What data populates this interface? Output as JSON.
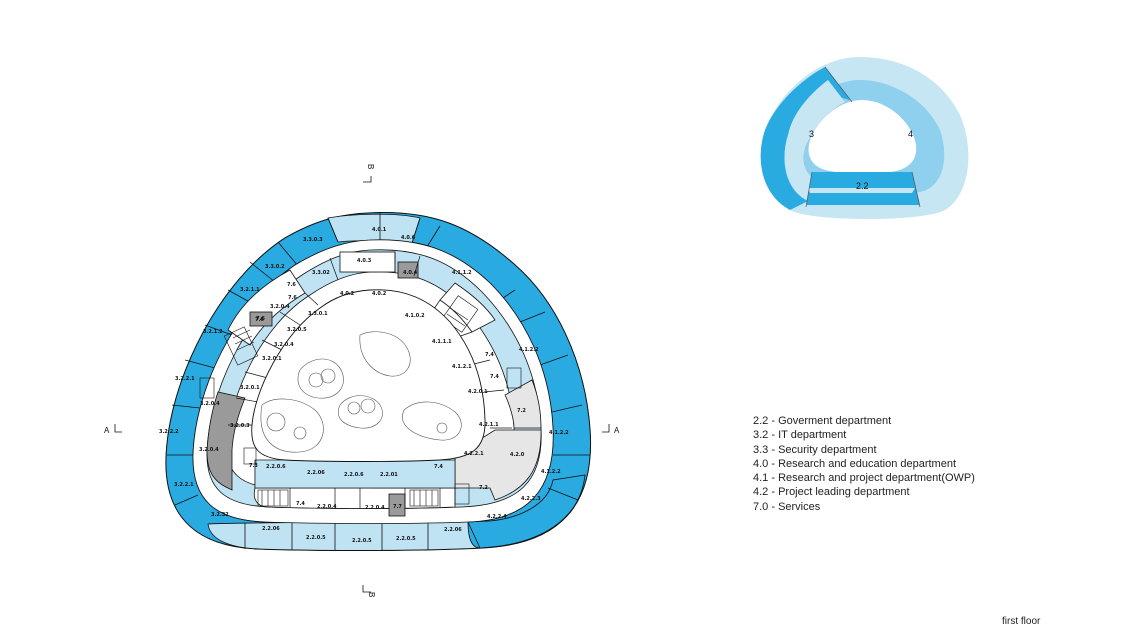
{
  "colors": {
    "gov": "#29aae1",
    "it": "#29aae1",
    "security": "#29aae1",
    "research_edu": "#bfe3f3",
    "owp": "#29aae1",
    "project_leading": "#bfe3f3",
    "services": "#e6e6e6",
    "services_dark": "#9a9a9a",
    "mini_outer": "#c6e6f4",
    "mini_mid": "#8fd0ee",
    "mini_dark": "#29aae1"
  },
  "mini_map": {
    "labels": [
      "3",
      "4",
      "2.2"
    ]
  },
  "section_marks": {
    "a_left": "A",
    "a_right": "A",
    "b_top": "B",
    "b_bottom": "B"
  },
  "rooms": {
    "outer": [
      "3.3.0.3",
      "4.0.1",
      "4.0.6",
      "3.3.0.2",
      "4.1.1.2",
      "3.2.1.1",
      "3.2.1.2",
      "4.1.2.2",
      "3.2.2.1",
      "3.2.2.2",
      "4.1.2.2",
      "4.1.2.2",
      "3.2.2.1",
      "4.2.2.3",
      "3.2.32",
      "2.2.06",
      "2.2.0.5",
      "2.2.0.5",
      "2.2.0.5",
      "2.2.06",
      "4.2.2.4"
    ],
    "middle": [
      "4.0.3",
      "3.3.02",
      "4.0.4",
      "7.6",
      "7.6",
      "7.6",
      "3.2.0.4",
      "3.2.0.4",
      "4.0.2",
      "4.0.2",
      "3.3.0.1",
      "4.1.0.2",
      "3.2.0.5",
      "3.2.0.4",
      "4.1.1.1",
      "4.1.2.1",
      "3.2.0.1",
      "3.2.0.1",
      "4.2.0.1",
      "4.2.1.1",
      "3.2.0.3",
      "2.2.0.6",
      "2.2.06",
      "2.2.0.6",
      "2.2.01",
      "4.2.2.1",
      "7.4",
      "7.2",
      "7.2",
      "7.4",
      "3.2.0.4",
      "4.2.0",
      "2.2.0.4",
      "7.7",
      "7.4",
      "2.2.0.4",
      "7.6",
      "7.3",
      "7.4"
    ],
    "legend": [
      "2.2 - Goverment department",
      "3.2 - IT department",
      "3.3 - Security department",
      "4.0 - Research and education department",
      "4.1 - Research and project department(OWP)",
      "4.2 - Project leading department",
      "7.0 - Services"
    ]
  },
  "floor_label": "first floor"
}
